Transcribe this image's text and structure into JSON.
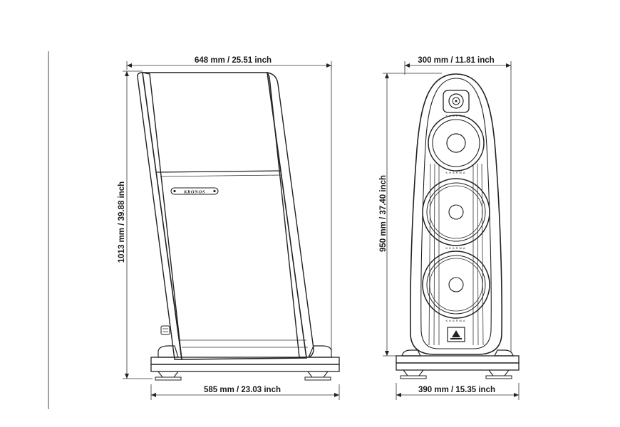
{
  "side_view": {
    "top_width": "648 mm / 25.51 inch",
    "bottom_width": "585 mm / 23.03 inch",
    "height": "1013 mm / 39.88 inch",
    "badge": "KRONOS"
  },
  "front_view": {
    "top_width": "300 mm / 11.81 inch",
    "bottom_width": "390 mm / 15.35 inch",
    "height": "950 mm / 37.40 inch",
    "driver_ring_text": "KHARMA"
  }
}
